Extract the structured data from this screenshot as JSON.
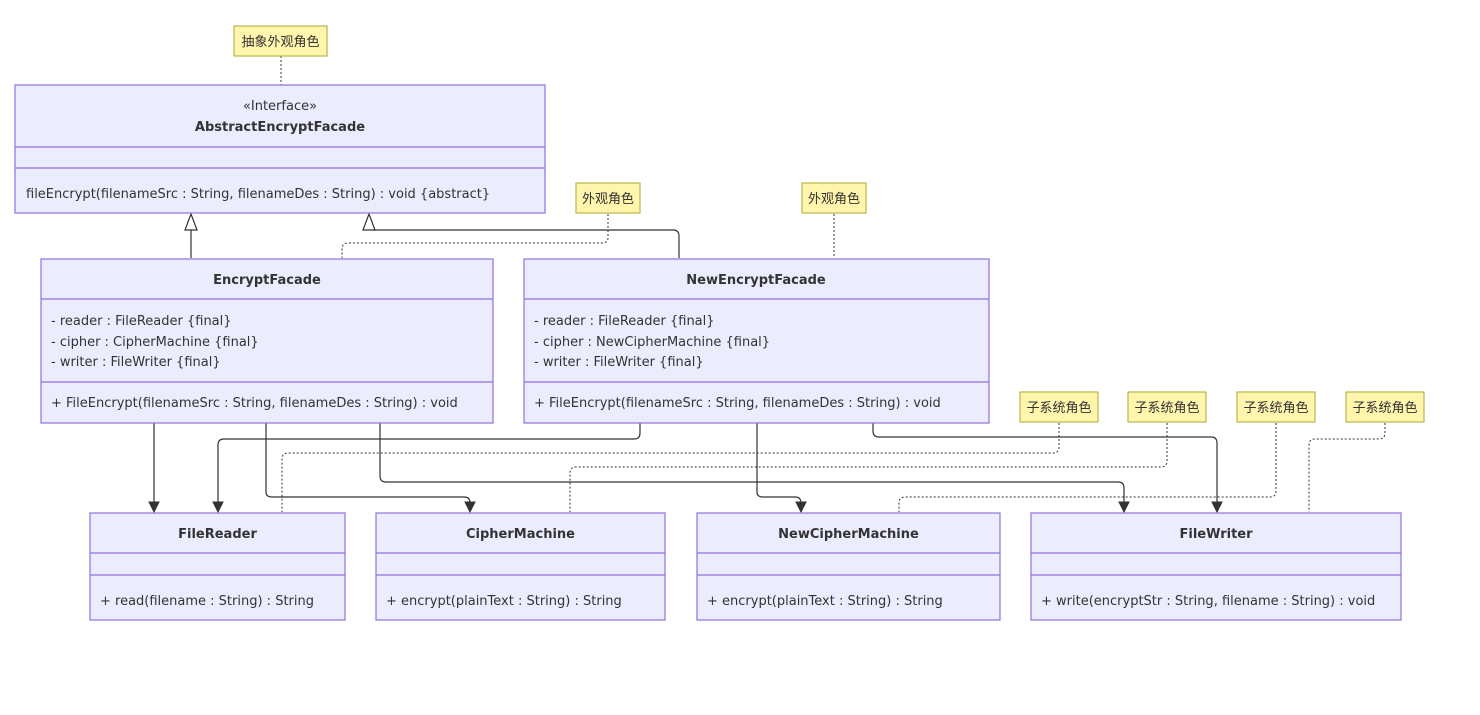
{
  "notes": {
    "abstract_facade": "抽象外观角色",
    "facade_1": "外观角色",
    "facade_2": "外观角色",
    "subsystem_1": "子系统角色",
    "subsystem_2": "子系统角色",
    "subsystem_3": "子系统角色",
    "subsystem_4": "子系统角色"
  },
  "classes": {
    "abstract_encrypt_facade": {
      "stereotype": "«Interface»",
      "name": "AbstractEncryptFacade",
      "attributes": [],
      "methods": [
        "fileEncrypt(filenameSrc : String, filenameDes : String) : void {abstract}"
      ]
    },
    "encrypt_facade": {
      "name": "EncryptFacade",
      "attributes": [
        "- reader : FileReader {final}",
        "- cipher : CipherMachine {final}",
        "- writer : FileWriter {final}"
      ],
      "methods": [
        "+ FileEncrypt(filenameSrc : String, filenameDes : String) : void"
      ]
    },
    "new_encrypt_facade": {
      "name": "NewEncryptFacade",
      "attributes": [
        "- reader : FileReader {final}",
        "- cipher : NewCipherMachine {final}",
        "- writer : FileWriter {final}"
      ],
      "methods": [
        "+ FileEncrypt(filenameSrc : String, filenameDes : String) : void"
      ]
    },
    "file_reader": {
      "name": "FileReader",
      "attributes": [],
      "methods": [
        "+ read(filename : String) : String"
      ]
    },
    "cipher_machine": {
      "name": "CipherMachine",
      "attributes": [],
      "methods": [
        "+ encrypt(plainText : String) : String"
      ]
    },
    "new_cipher_machine": {
      "name": "NewCipherMachine",
      "attributes": [],
      "methods": [
        "+ encrypt(plainText : String) : String"
      ]
    },
    "file_writer": {
      "name": "FileWriter",
      "attributes": [],
      "methods": [
        "+ write(encryptStr : String, filename : String) : void"
      ]
    }
  }
}
